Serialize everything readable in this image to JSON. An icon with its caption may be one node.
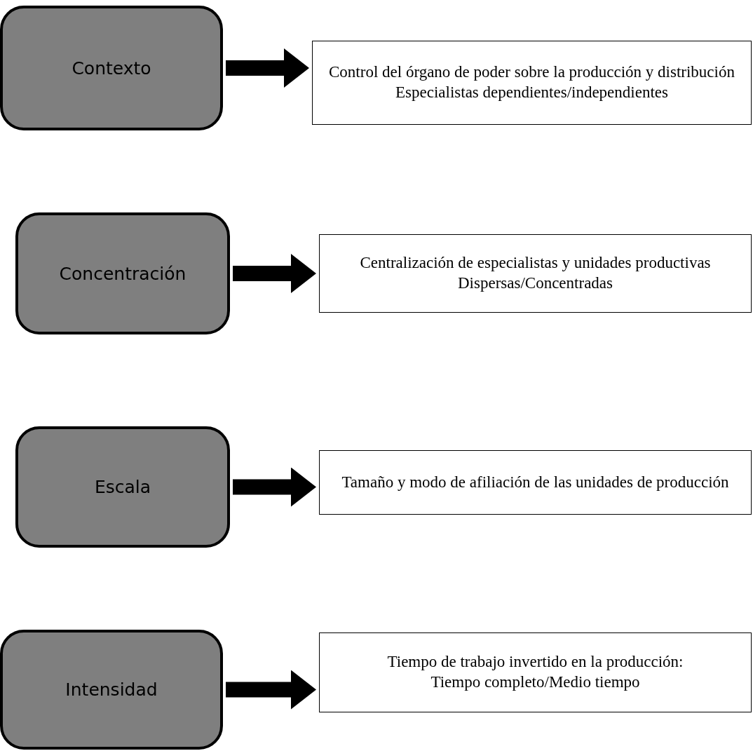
{
  "diagram": {
    "nodes": [
      {
        "text": [
          "Contexto"
        ]
      },
      {
        "text": [
          "Control del órgano de poder sobre la producción y distribución",
          "Especialistas dependientes/independientes"
        ]
      },
      {
        "text": [
          "Concentración"
        ]
      },
      {
        "text": [
          "Centralización de especialistas y unidades productivas",
          "Dispersas/Concentradas"
        ]
      },
      {
        "text": [
          "Escala"
        ]
      },
      {
        "text": [
          "Tamaño y modo de afiliación de las unidades de producción"
        ]
      },
      {
        "text": [
          "Intensidad"
        ]
      },
      {
        "text": [
          "Tiempo de trabajo invertido en la producción:",
          "Tiempo completo/Medio tiempo"
        ]
      }
    ],
    "edges": [
      {
        "from": 0,
        "to": 1,
        "arrow": "to"
      },
      {
        "from": 2,
        "to": 3,
        "arrow": "to"
      },
      {
        "from": 4,
        "to": 5,
        "arrow": "to"
      },
      {
        "from": 6,
        "to": 7,
        "arrow": "to"
      }
    ]
  }
}
